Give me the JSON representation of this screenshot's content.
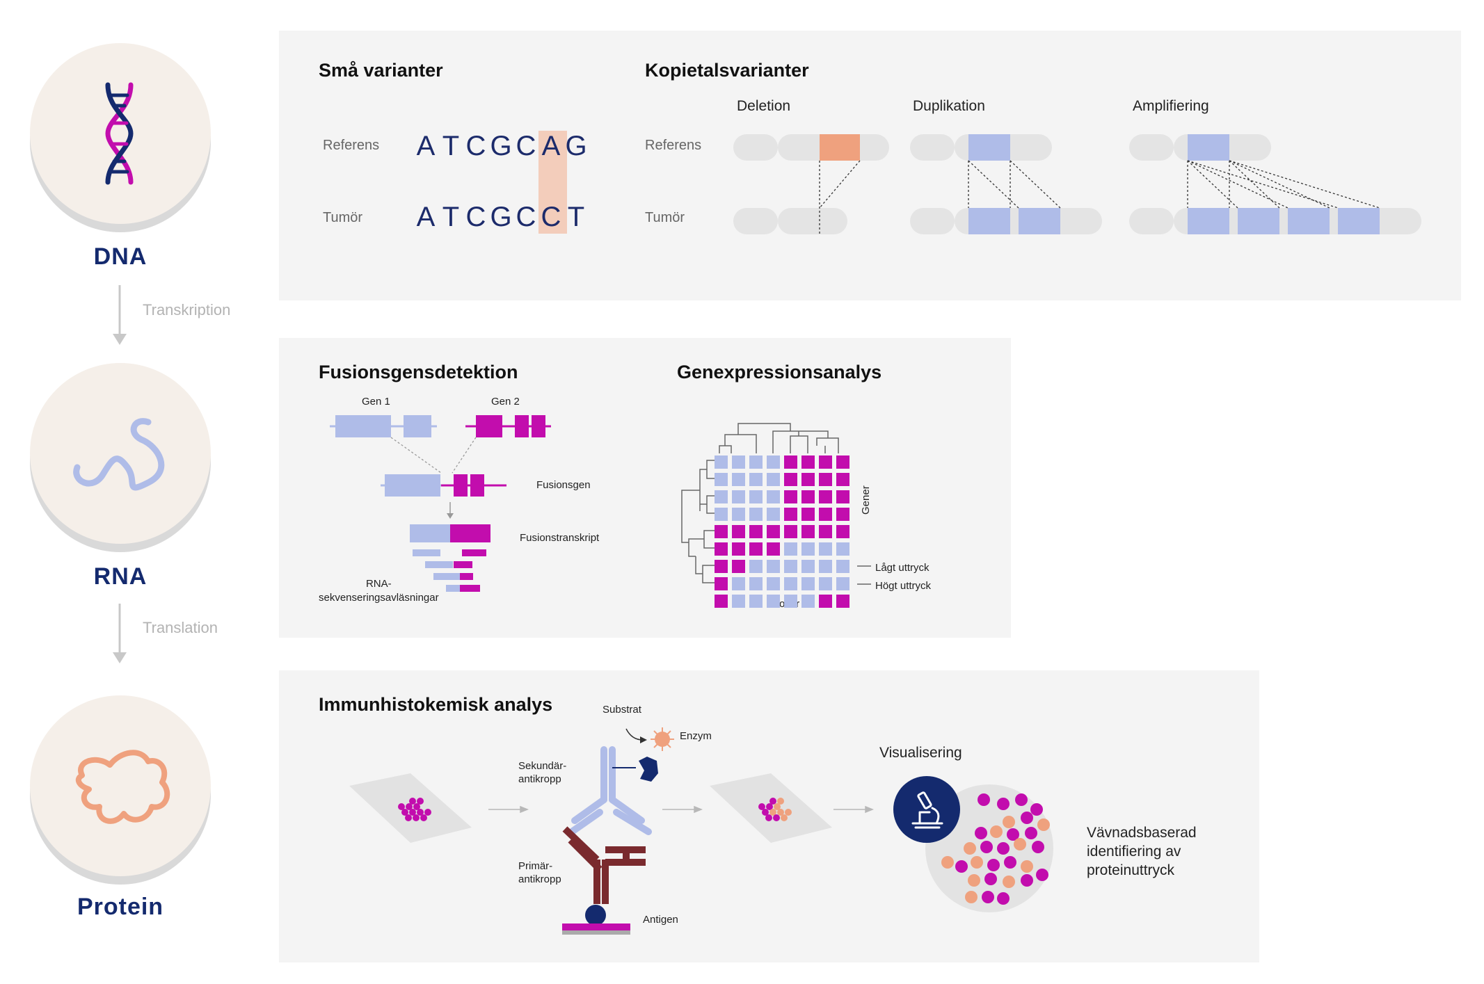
{
  "colors": {
    "navy": "#142a6e",
    "lavender": "#afbce8",
    "magenta": "#c20dad",
    "salmon": "#efa17e",
    "maroon": "#7a2a2e",
    "panel_bg": "#f4f4f4",
    "circle_bg": "#f5efe9",
    "gray_segment": "#e4e4e4"
  },
  "flow": {
    "dna": {
      "label": "DNA",
      "icon": "dna-helix-icon"
    },
    "transcription": "Transkription",
    "rna": {
      "label": "RNA",
      "icon": "rna-strand-icon"
    },
    "translation": "Translation",
    "protein": {
      "label": "Protein",
      "icon": "protein-fold-icon"
    }
  },
  "dna_panel": {
    "small_variants": {
      "title": "Små varianter",
      "reference_label": "Referens",
      "tumor_label": "Tumör",
      "reference_seq": [
        "A",
        "T",
        "C",
        "G",
        "C",
        "A",
        "G"
      ],
      "tumor_seq": [
        "A",
        "T",
        "C",
        "G",
        "C",
        "C",
        "T"
      ],
      "highlight_index": 5
    },
    "copy_number": {
      "title": "Kopietalsvarianter",
      "reference_label": "Referens",
      "tumor_label": "Tumör",
      "deletion": "Deletion",
      "duplication": "Duplikation",
      "amplification": "Amplifiering"
    }
  },
  "rna_panel": {
    "fusion": {
      "title": "Fusionsgensdetektion",
      "gene1": "Gen 1",
      "gene2": "Gen 2",
      "fusion_gene": "Fusionsgen",
      "fusion_transcript": "Fusionstranskript",
      "reads_line1": "RNA-",
      "reads_line2": "sekvenseringsavläsningar"
    },
    "expression": {
      "title": "Genexpressionsanalys",
      "genes_axis": "Gener",
      "samples_axis": "Prover",
      "low": "Lågt uttryck",
      "high": "Högt uttryck",
      "heatmap": [
        "LLLLMMMM",
        "LLLLMMMM",
        "LLLLMMMM",
        "LLLLMMMM",
        "MMMMMMMM",
        "MMMMLLLL",
        "MMLLLLLL",
        "MLLLLLLL",
        "MLLLLLMM"
      ]
    }
  },
  "protein_panel": {
    "title": "Immunhistokemisk analys",
    "substrate": "Substrat",
    "enzyme": "Enzym",
    "secondary_line1": "Sekundär-",
    "secondary_line2": "antikropp",
    "primary_line1": "Primär-",
    "primary_line2": "antikropp",
    "antigen": "Antigen",
    "visualization": "Visualisering",
    "result_line1": "Vävnadsbaserad",
    "result_line2": "identifiering av",
    "result_line3": "proteinuttryck",
    "microscope_icon": "microscope-icon"
  }
}
